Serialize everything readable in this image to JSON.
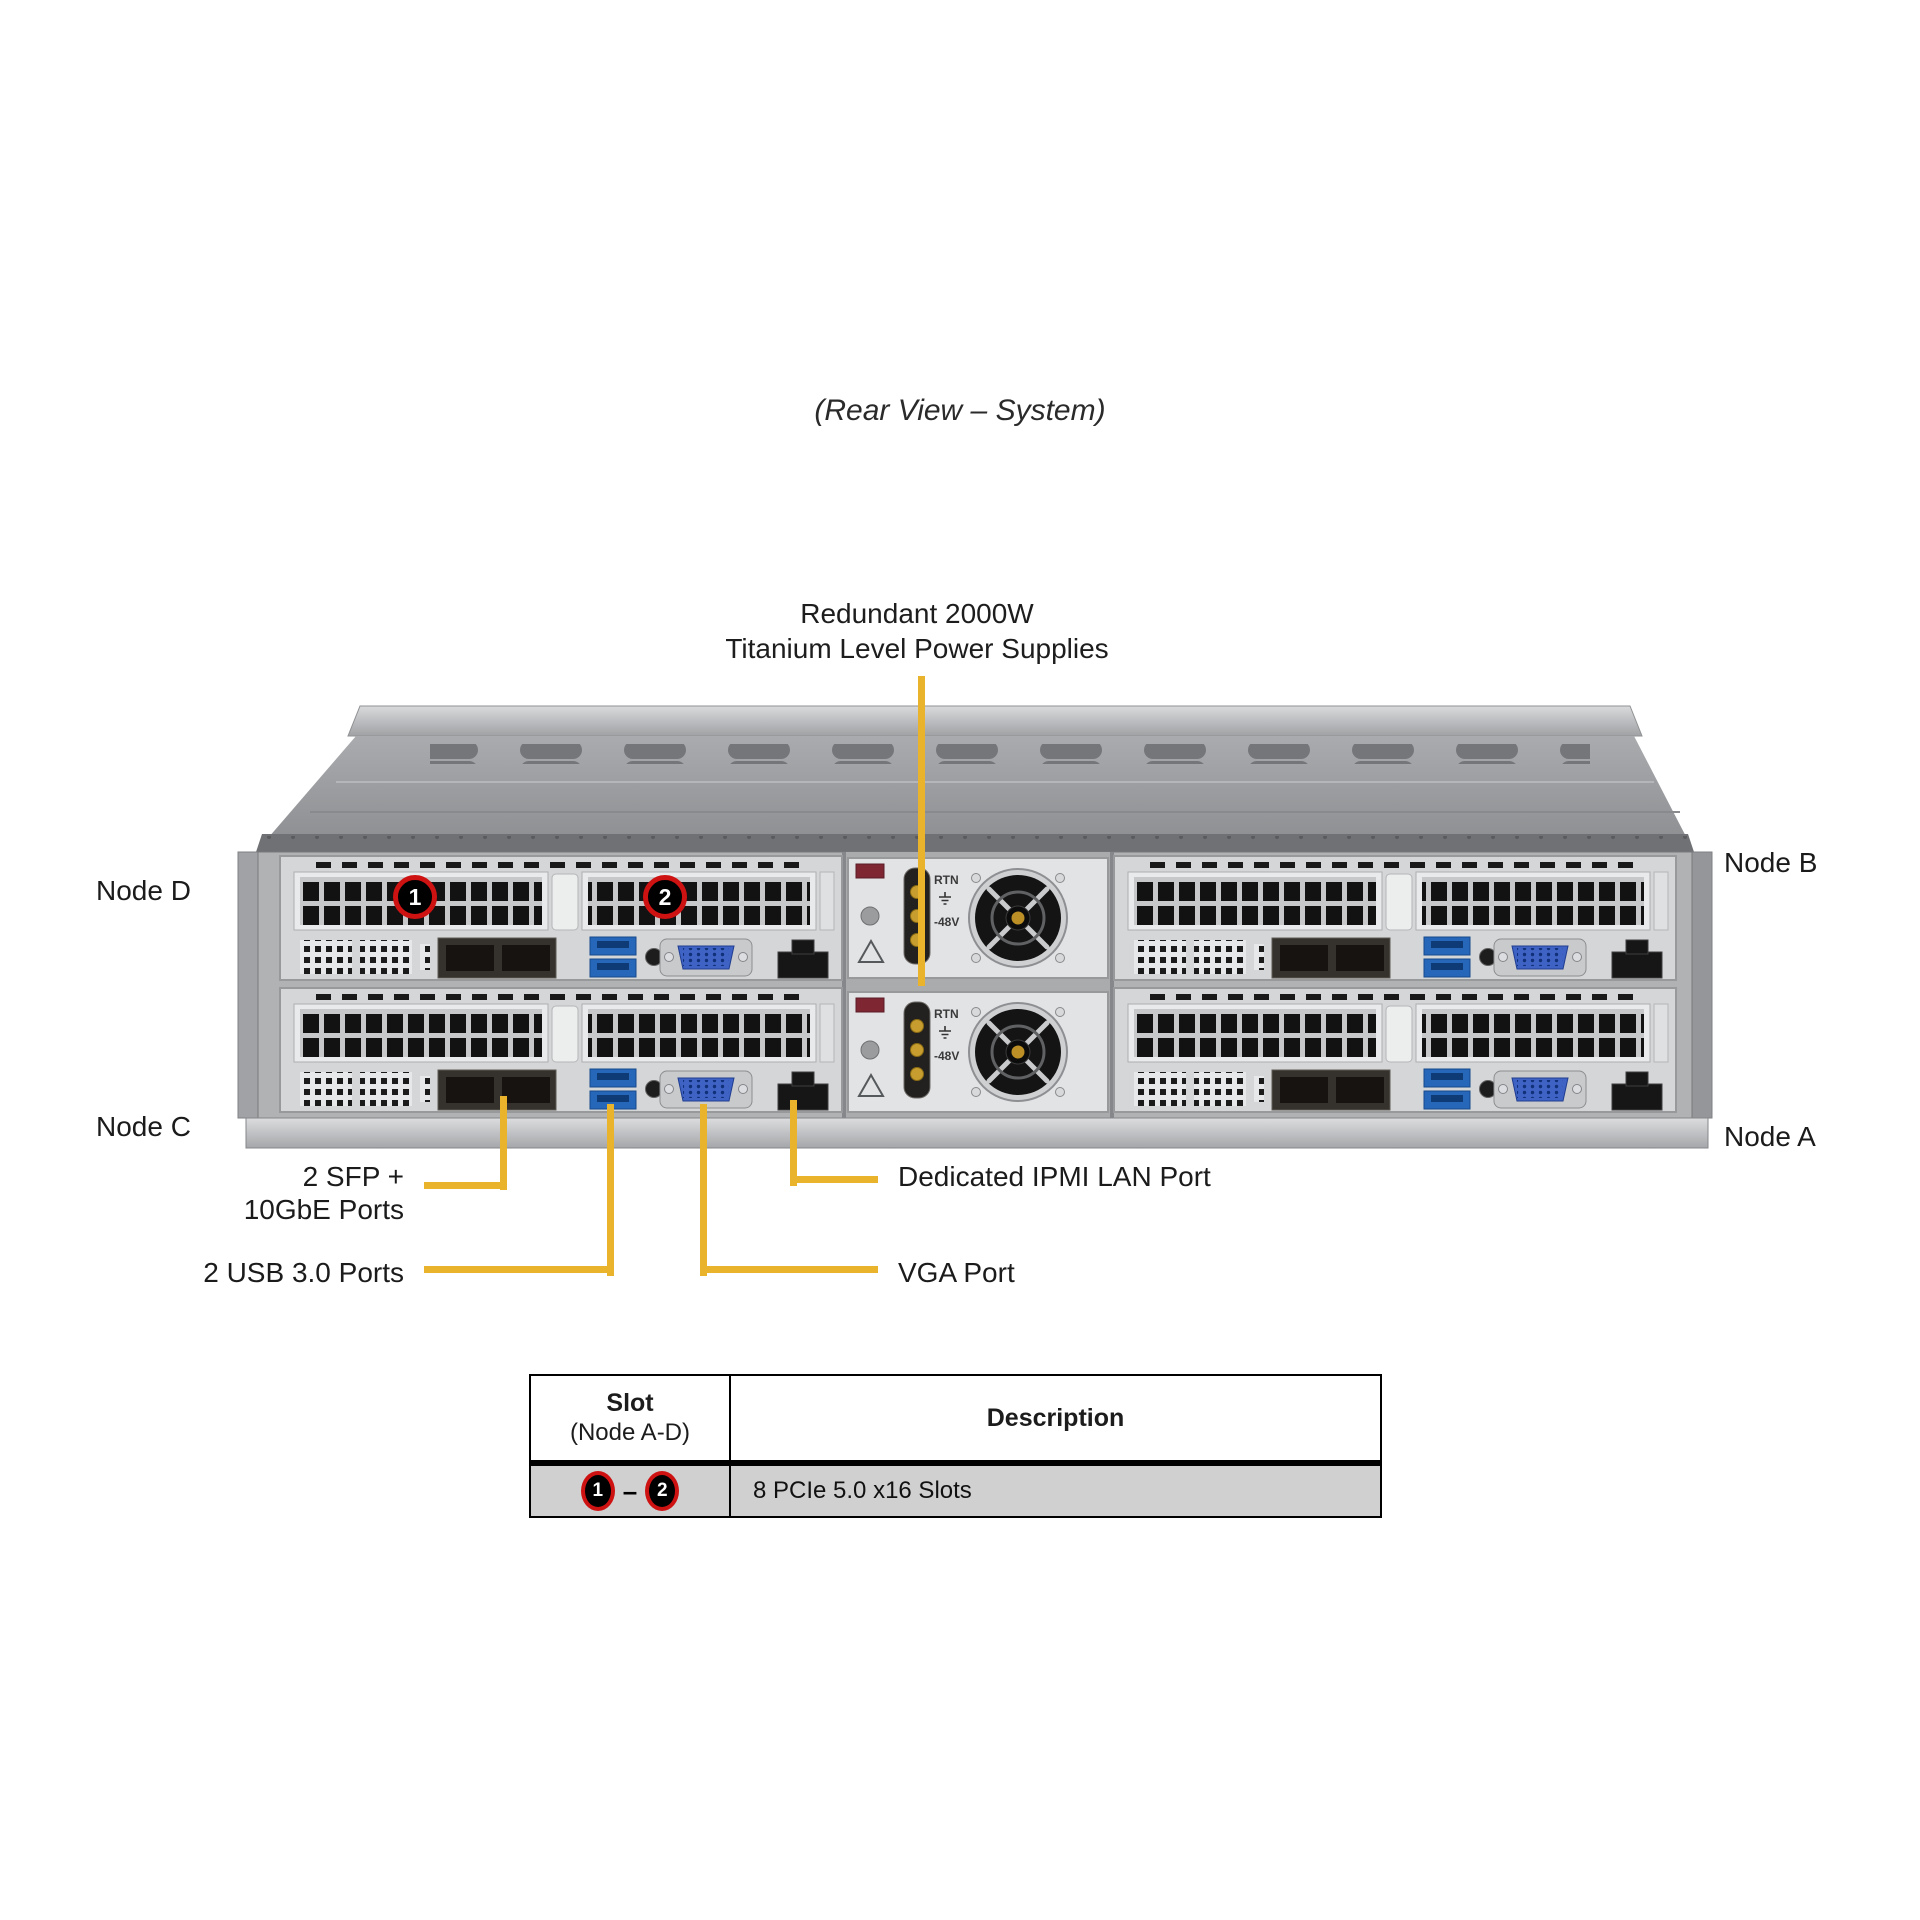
{
  "title": "(Rear View – System)",
  "psu_callout": {
    "line1": "Redundant 2000W",
    "line2": "Titanium Level Power Supplies"
  },
  "node_labels": {
    "top_left": "Node D",
    "bottom_left": "Node C",
    "top_right": "Node B",
    "bottom_right": "Node A"
  },
  "slot_markers": {
    "slot1": "1",
    "slot2": "2"
  },
  "port_callouts": {
    "sfp_line1": "2 SFP +",
    "sfp_line2": "10GbE Ports",
    "usb": "2 USB 3.0 Ports",
    "ipmi": "Dedicated IPMI LAN Port",
    "vga": "VGA Port"
  },
  "psu_labels": {
    "rtn": "RTN",
    "voltage": "-48V"
  },
  "table": {
    "header_col1_line1": "Slot",
    "header_col1_line2": "(Node A-D)",
    "header_col2": "Description",
    "row_marker_start": "1",
    "row_marker_sep": "–",
    "row_marker_end": "2",
    "row_description": "8 PCIe 5.0 x16 Slots"
  },
  "colors": {
    "callout_yellow": "#EAB32C",
    "marker_red": "#CE1212",
    "table_row_bg": "#D0D0D0"
  }
}
